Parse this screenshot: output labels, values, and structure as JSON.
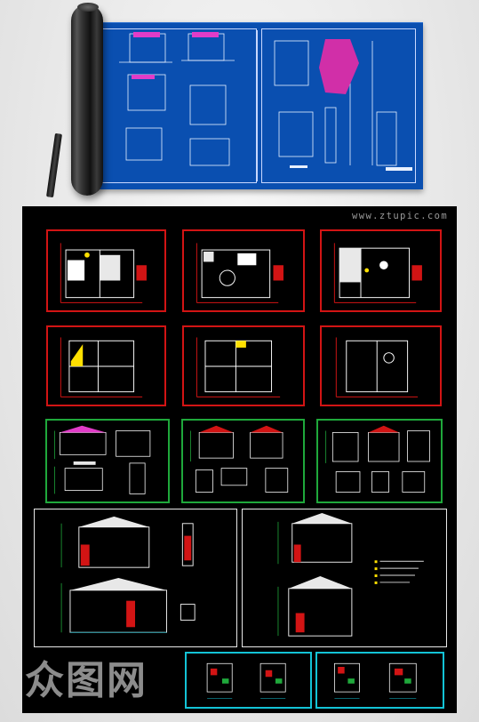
{
  "watermark_url": "www.ztupic.com",
  "logo_text": "众图网",
  "colors": {
    "blueprint": "#0a4fb0",
    "cad_background": "#000000",
    "frame_red": "#d21414",
    "frame_green": "#1fa83b",
    "frame_cyan": "#13c3d6",
    "frame_white": "#e8e8e8"
  },
  "panels": {
    "floor_plans_row1": 3,
    "floor_plans_row2": 3,
    "elevation_sheets_green": 3,
    "section_sheets_white": 2,
    "small_plans_cyan": 2
  }
}
